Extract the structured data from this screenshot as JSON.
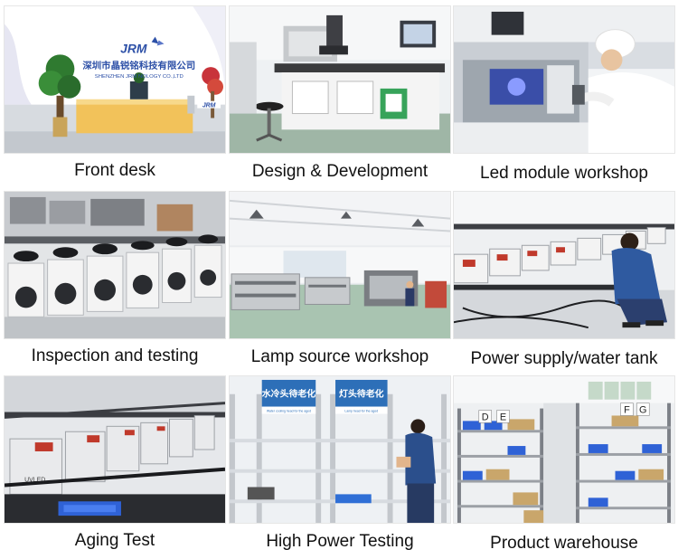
{
  "tiles": [
    {
      "caption": "Front desk",
      "sign_cn": "深圳市晶锐铭科技有限公司",
      "sign_en": "SHENZHEN JRM        NOLOGY CO.,LTD",
      "logo": "JRM"
    },
    {
      "caption": "Design & Development"
    },
    {
      "caption": "Led module workshop"
    },
    {
      "caption": "Inspection and testing"
    },
    {
      "caption": "Lamp source workshop"
    },
    {
      "caption": "Power supply/water tank"
    },
    {
      "caption": "Aging Test",
      "device_label": "UVLED"
    },
    {
      "caption": "High Power Testing",
      "sign_left": "水冷头待老化",
      "sign_right": "灯头待老化",
      "sign_left_sub": "Water cooling head for the aged",
      "sign_right_sub": "Lamp head for the aged"
    },
    {
      "caption": "Product warehouse",
      "shelf_labels": [
        "D",
        "E",
        "F",
        "G"
      ]
    }
  ],
  "colors": {
    "caption": "#111111",
    "floor_green": "#8fb39a",
    "wall_white": "#f4f6f8",
    "steel_blue": "#2d6fb8",
    "cabinet_grey": "#d9d9dc"
  }
}
